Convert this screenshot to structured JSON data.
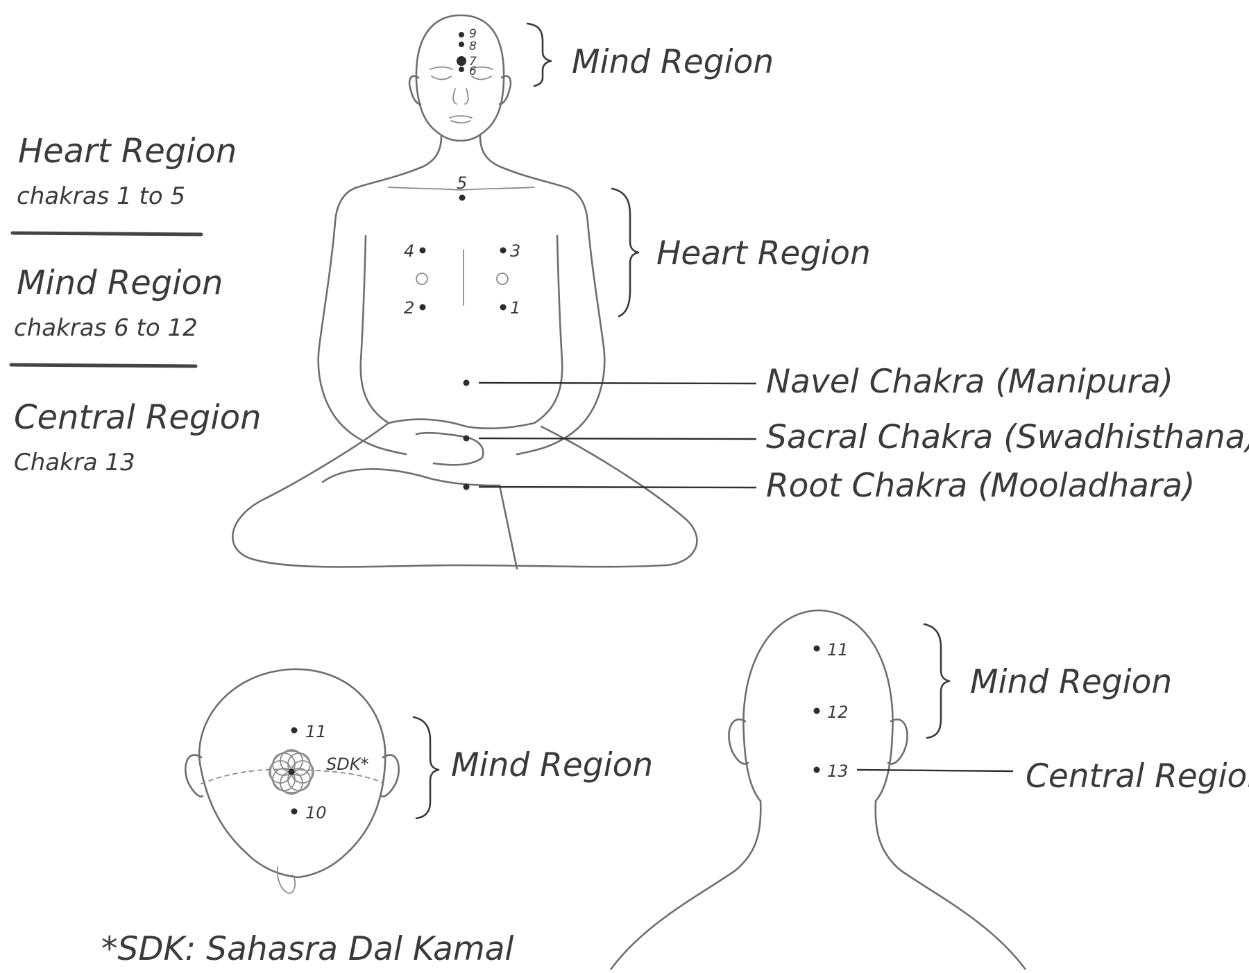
{
  "legend": {
    "heart": {
      "title": "Heart Region",
      "sub": "chakras 1 to 5"
    },
    "mind": {
      "title": "Mind Region",
      "sub": "chakras 6 to 12"
    },
    "central": {
      "title": "Central Region",
      "sub": "Chakra 13"
    }
  },
  "figure_main": {
    "mind_label": "Mind Region",
    "heart_label": "Heart Region",
    "navel_label": "Navel Chakra (Manipura)",
    "sacral_label": "Sacral Chakra (Swadhisthana)",
    "root_label": "Root Chakra (Mooladhara)",
    "point_numbers": {
      "p1": "1",
      "p2": "2",
      "p3": "3",
      "p4": "4",
      "p5": "5",
      "p6": "6",
      "p7": "7",
      "p8": "8",
      "p9": "9"
    }
  },
  "figure_top_head": {
    "mind_label": "Mind Region",
    "p11": "11",
    "p10": "10",
    "sdk_label": "SDK*",
    "footnote": "*SDK: Sahasra Dal Kamal"
  },
  "figure_back_head": {
    "mind_label": "Mind Region",
    "central_label": "Central Region",
    "p11": "11",
    "p12": "12",
    "p13": "13"
  }
}
